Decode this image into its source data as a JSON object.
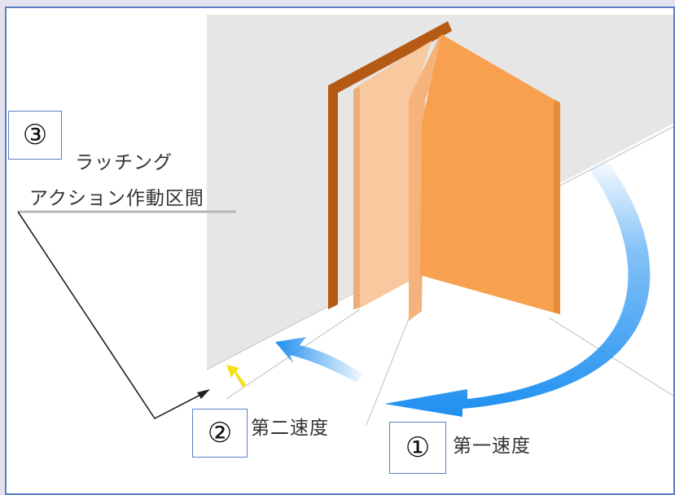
{
  "labels": {
    "step3_marker": "③",
    "step2_marker": "②",
    "step1_marker": "①",
    "latching_line1": "ラッチング",
    "latching_line2": "アクション作動区間",
    "second_speed": "第二速度",
    "first_speed": "第一速度"
  },
  "colors": {
    "wall": "#e6e6e6",
    "door_front": "#f7a150",
    "door_edge": "#e58d3a",
    "door_rear_panel": "#f8c89e",
    "frame": "#b55a14",
    "arrow_blue": "#1e8ff0",
    "accent_yellow": "#f5e01a",
    "box_border": "#5b7fc4"
  }
}
